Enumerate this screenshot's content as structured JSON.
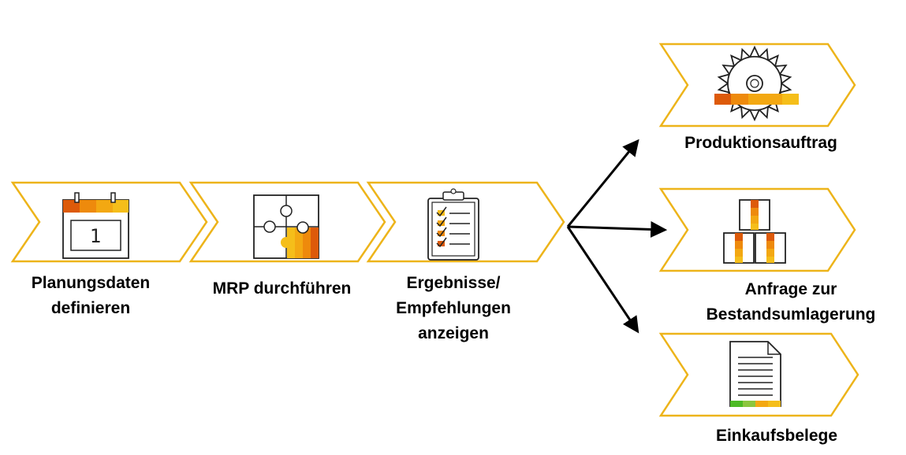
{
  "colors": {
    "chevron_outline": "#EDB41A",
    "dark_orange": "#DD5A0A",
    "orange": "#EE8A0C",
    "yellow_orange": "#F3A812",
    "yellow": "#F5BE1A",
    "green": "#4DBA24",
    "light_green": "#8CC63F",
    "icon_stroke": "#222222",
    "arrow": "#000000"
  },
  "steps": [
    {
      "id": "planning",
      "icon": "calendar-icon",
      "label_lines": [
        "Planungsdaten",
        "definieren"
      ]
    },
    {
      "id": "mrp",
      "icon": "puzzle-icon",
      "label_lines": [
        "MRP durchführen"
      ]
    },
    {
      "id": "results",
      "icon": "checklist-clipboard-icon",
      "label_lines": [
        "Ergebnisse/",
        "Empfehlungen",
        "anzeigen"
      ]
    }
  ],
  "calendar": {
    "day": "1"
  },
  "outcomes": [
    {
      "id": "production",
      "icon": "saw-blade-icon",
      "label_lines": [
        "Produktionsauftrag"
      ]
    },
    {
      "id": "stock-transfer",
      "icon": "stacked-boxes-icon",
      "label_lines": [
        "Anfrage zur",
        "Bestandsumlagerung"
      ]
    },
    {
      "id": "purchasing",
      "icon": "document-icon",
      "label_lines": [
        "Einkaufsbelege"
      ]
    }
  ]
}
